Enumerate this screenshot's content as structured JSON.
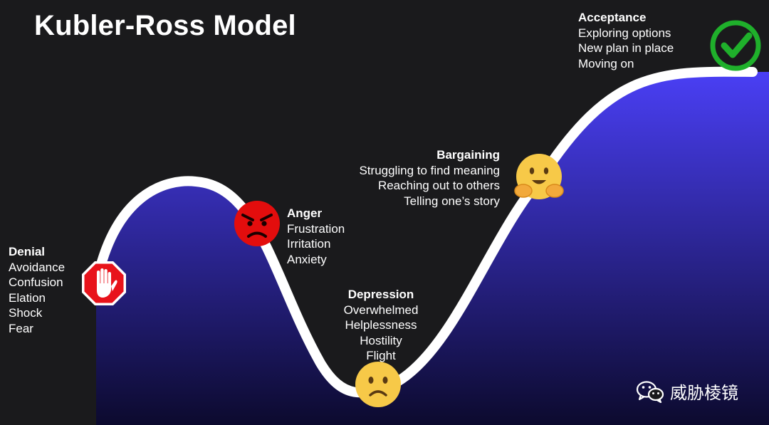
{
  "title": "Kubler-Ross Model",
  "stages": [
    {
      "name": "Denial",
      "items": [
        "Avoidance",
        "Confusion",
        "Elation",
        "Shock",
        "Fear"
      ],
      "icon": "stop-hand-icon"
    },
    {
      "name": "Anger",
      "items": [
        "Frustration",
        "Irritation",
        "Anxiety"
      ],
      "icon": "angry-face-icon"
    },
    {
      "name": "Depression",
      "items": [
        "Overwhelmed",
        "Helplessness",
        "Hostility",
        "Flight"
      ],
      "icon": "frowning-face-icon"
    },
    {
      "name": "Bargaining",
      "items": [
        "Struggling to find meaning",
        "Reaching out to others",
        "Telling one’s story"
      ],
      "icon": "hugging-face-icon"
    },
    {
      "name": "Acceptance",
      "items": [
        "Exploring options",
        "New plan in place",
        "Moving on"
      ],
      "icon": "check-mark-icon"
    }
  ],
  "watermark": "威胁棱镜",
  "colors": {
    "background": "#1a1a1c",
    "curve": "#ffffff",
    "fill_top": "#4a3ff5",
    "fill_bottom": "#0c0a2e",
    "stop_red": "#e8131b",
    "angry_red": "#e30d0d",
    "emoji_yellow": "#f7c948",
    "check_green": "#1fb02b"
  }
}
